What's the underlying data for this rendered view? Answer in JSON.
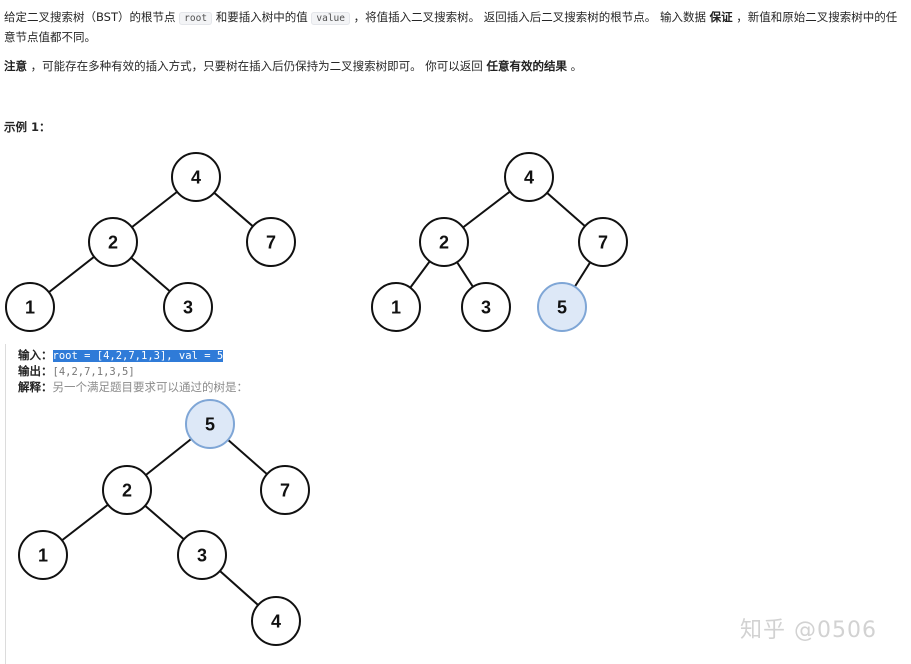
{
  "description": {
    "p1": {
      "t1": "给定二叉搜索树（BST）的根节点 ",
      "code_root": "root",
      "t2": " 和要插入树中的值 ",
      "code_value": "value",
      "t3": " ，将值插入二叉搜索树。 返回插入后二叉搜索树的根节点。 输入数据 ",
      "bold_guarantee": "保证",
      "t4": " ，新值和原始二叉搜索树中的任意节点值都不同。"
    },
    "p2": {
      "bold_note": "注意",
      "t1": " ，可能存在多种有效的插入方式，只要树在插入后仍保持为二叉搜索树即可。 你可以返回 ",
      "bold_any": "任意有效的结果",
      "t2": " 。"
    }
  },
  "example_title": "示例 1：",
  "trees": {
    "original": {
      "n4": "4",
      "n2": "2",
      "n7": "7",
      "n1": "1",
      "n3": "3"
    },
    "inserted": {
      "n4": "4",
      "n2": "2",
      "n7": "7",
      "n1": "1",
      "n3": "3",
      "n5": "5"
    },
    "alternative": {
      "n5": "5",
      "n2": "2",
      "n7": "7",
      "n1": "1",
      "n3": "3",
      "n4": "4"
    }
  },
  "io": {
    "input_label": "输入：",
    "input_value": "root = [4,2,7,1,3], val = 5",
    "output_label": "输出：",
    "output_value": "[4,2,7,1,3,5]",
    "explain_label": "解释：",
    "explain_text": "另一个满足题目要求可以通过的树是："
  },
  "watermark": "知乎 @0506",
  "colors": {
    "highlight_node_fill": "#dde8f7",
    "highlight_node_stroke": "#7fa6d6",
    "selection": "#2f7bd8"
  }
}
